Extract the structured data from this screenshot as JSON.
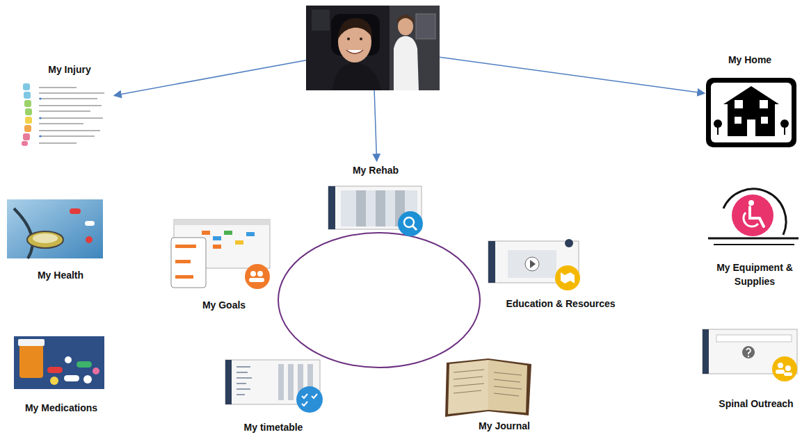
{
  "diagram": {
    "nodes": [
      {
        "text": []
      },
      {
        "text": [
          "My Injury"
        ]
      },
      {
        "text": [
          "My Home"
        ]
      },
      {
        "text": [
          "My Rehab"
        ]
      },
      {
        "text": [
          "My Health"
        ]
      },
      {
        "text": [
          "My Goals"
        ]
      },
      {
        "text": [
          "Education & Resources"
        ]
      },
      {
        "text": [
          "My Equipment & Supplies"
        ]
      },
      {
        "text": [
          "My timetable"
        ]
      },
      {
        "text": [
          "My Journal"
        ]
      },
      {
        "text": [
          "My Medications"
        ]
      },
      {
        "text": [
          "Spinal Outreach"
        ]
      }
    ],
    "edges": [
      {
        "from": 0,
        "to": 1,
        "arrow": "to"
      },
      {
        "from": 0,
        "to": 3,
        "arrow": "to"
      },
      {
        "from": 0,
        "to": 2,
        "arrow": "to"
      }
    ]
  }
}
